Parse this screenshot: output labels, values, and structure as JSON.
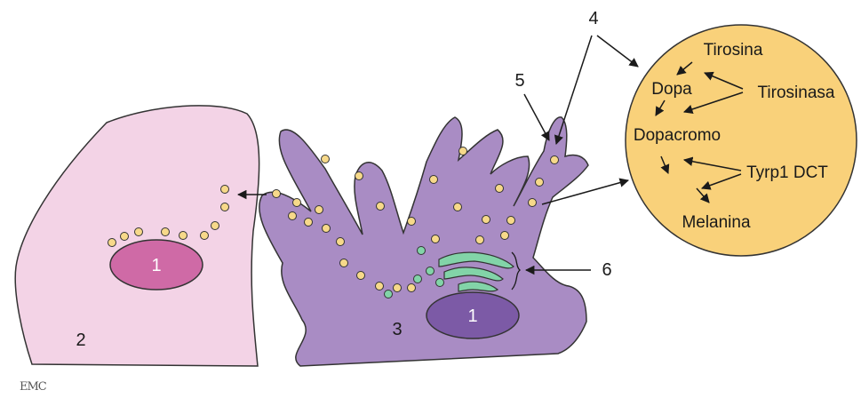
{
  "labels": {
    "nucleus": "1",
    "keratinocyte": "2",
    "melanocyte": "3",
    "callout_4": "4",
    "callout_5": "5",
    "callout_6": "6"
  },
  "pathway": {
    "tirosina": "Tirosina",
    "dopa": "Dopa",
    "tirosinasa": "Tirosinasa",
    "dopacromo": "Dopacromo",
    "tyrp1_dct": "Tyrp1 DCT",
    "melanina": "Melanina"
  },
  "logo_text": "EMC",
  "colors": {
    "keratinocyte_fill": "#f3d3e6",
    "keratinocyte_nucleus": "#cf6aa6",
    "melanocyte_fill": "#a98cc4",
    "melanocyte_nucleus": "#7c5aa6",
    "melanosome": "#f7d98a",
    "golgi": "#82d4a8",
    "pathway_circle": "#f9d17a"
  }
}
